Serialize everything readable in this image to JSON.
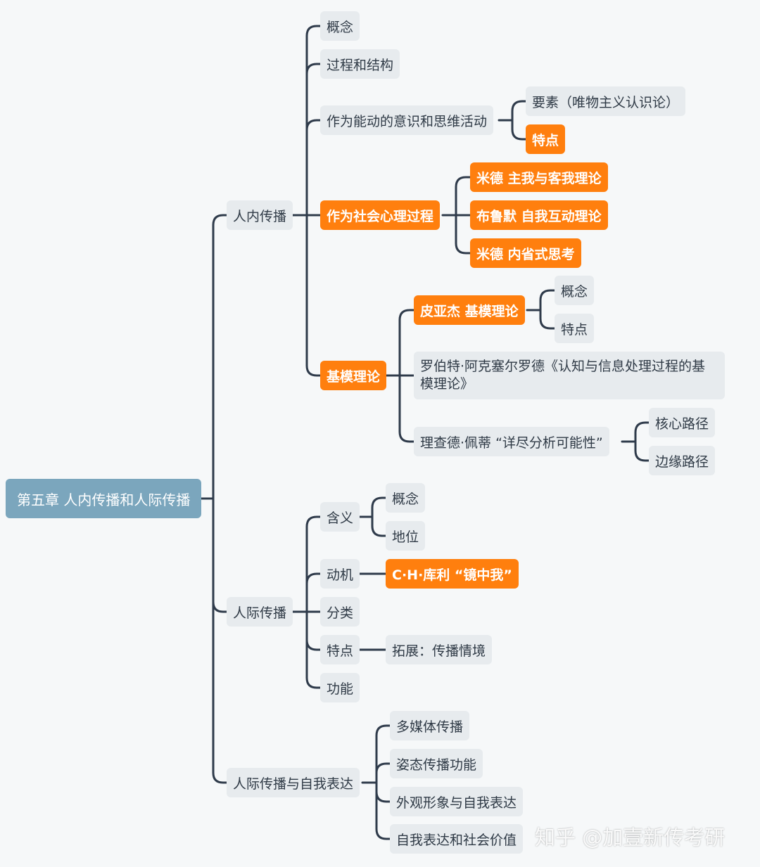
{
  "root": "第五章 人内传播和人际传播",
  "intrapersonal": {
    "label": "人内传播",
    "concept": "概念",
    "process_structure": "过程和结构",
    "active_consciousness": {
      "label": "作为能动的意识和思维活动",
      "elements": "要素（唯物主义认识论）",
      "features": "特点"
    },
    "social_psych": {
      "label": "作为社会心理过程",
      "mead_self": "米德 主我与客我理论",
      "blumer": "布鲁默 自我互动理论",
      "mead_internal": "米德 内省式思考"
    },
    "schema": {
      "label": "基模理论",
      "piaget": {
        "label": "皮亚杰 基模理论",
        "concept": "概念",
        "features": "特点"
      },
      "axelrod": "罗伯特·阿克塞尔罗德《认知与信息处理过程的基模理论》",
      "petty": {
        "label": "理查德·佩蒂 “详尽分析可能性”",
        "central": "核心路径",
        "peripheral": "边缘路径"
      }
    }
  },
  "interpersonal": {
    "label": "人际传播",
    "meaning": {
      "label": "含义",
      "concept": "概念",
      "status": "地位"
    },
    "motivation": {
      "label": "动机",
      "cooley": "C·H·库利 “镜中我”"
    },
    "types": "分类",
    "features": {
      "label": "特点",
      "extension": "拓展：传播情境"
    },
    "functions": "功能"
  },
  "self_expression": {
    "label": "人际传播与自我表达",
    "multimedia": "多媒体传播",
    "posture": "姿态传播功能",
    "appearance": "外观形象与自我表达",
    "social_value": "自我表达和社会价值"
  },
  "watermark": "知乎 @加壹新传考研",
  "colors": {
    "background": "#f6f8f9",
    "root": "#7ba6bd",
    "node": "#e7ebee",
    "highlight": "#ff7f0e",
    "connector": "#2f3b4b"
  }
}
